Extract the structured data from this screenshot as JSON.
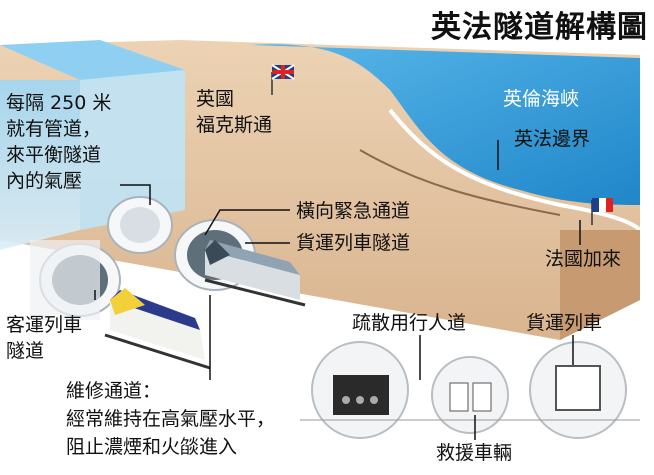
{
  "title": "英法隧道解構圖",
  "labels": {
    "vent_note_1": "每隔 250 米",
    "vent_note_2": "就有管道，",
    "vent_note_3": "來平衡隧道",
    "vent_note_4": "內的氣壓",
    "folkestone_1": "英國",
    "folkestone_2": "福克斯通",
    "channel": "英倫海峽",
    "border": "英法邊界",
    "calais": "法國加來",
    "cross_passage": "橫向緊急通道",
    "freight_tunnel": "貨運列車隧道",
    "passenger_tunnel_1": "客運列車",
    "passenger_tunnel_2": "隧道",
    "service_1": "維修通道：",
    "service_2": "經常維持在高氣壓水平，",
    "service_3": "阻止濃煙和火燄進入",
    "walkway": "疏散用行人道",
    "freight_train": "貨運列車",
    "rescue": "救援車輛"
  },
  "colors": {
    "sea": "#2a9bd8",
    "sea_light": "#7cc6ee",
    "land": "#e3c7a6",
    "tunnel": "#eceff2",
    "accent_yellow": "#f1d03a"
  }
}
